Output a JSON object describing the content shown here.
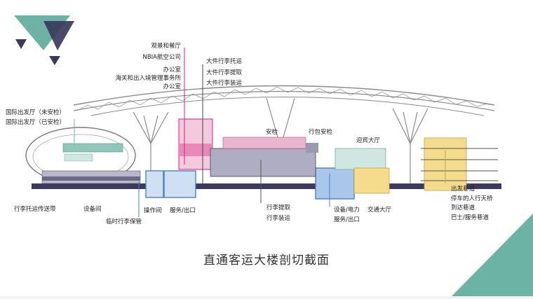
{
  "title": "直通客运大楼剖切截面",
  "labels": {
    "guanjing": "观景和餐厅",
    "nbia": "NBIA航空公司",
    "office1": "办公室",
    "customs": "海关和出入境管理事务所",
    "office2": "办公室",
    "dep_unchecked": "国际出发厅（未安检）",
    "dep_checked": "国际出发厅（已安检）",
    "baggage_checkin": "大件行李托运",
    "baggage_claim": "大件行李提取",
    "baggage_load": "大件行李装运",
    "security": "安检",
    "bag_security": "行包安检",
    "arrival_hall": "迎宾大厅",
    "conveyor": "行李托运传送带",
    "equipment_room": "设备间",
    "op_room": "操作间",
    "service_exit1": "服务/出口",
    "temp_storage": "临时行李保管",
    "bag_pick": "行李提取",
    "bag_load": "行李装运",
    "equip_power": "设备/电力",
    "service_exit2": "服务/出口",
    "transport_hall": "交通大厅",
    "dep_lane": "出发巷道",
    "skybridge1": "停车的人行天桥",
    "skybridge2": "到达巷道",
    "bus_lane": "巴士/服务巷道"
  },
  "colors": {
    "teal": "#6cb3a6",
    "navy": "#3c3a5c",
    "pink": "#e2187c",
    "blue": "#4a82c4",
    "yellow": "#f4dc8c",
    "grey_purple": "#9a99b4"
  }
}
